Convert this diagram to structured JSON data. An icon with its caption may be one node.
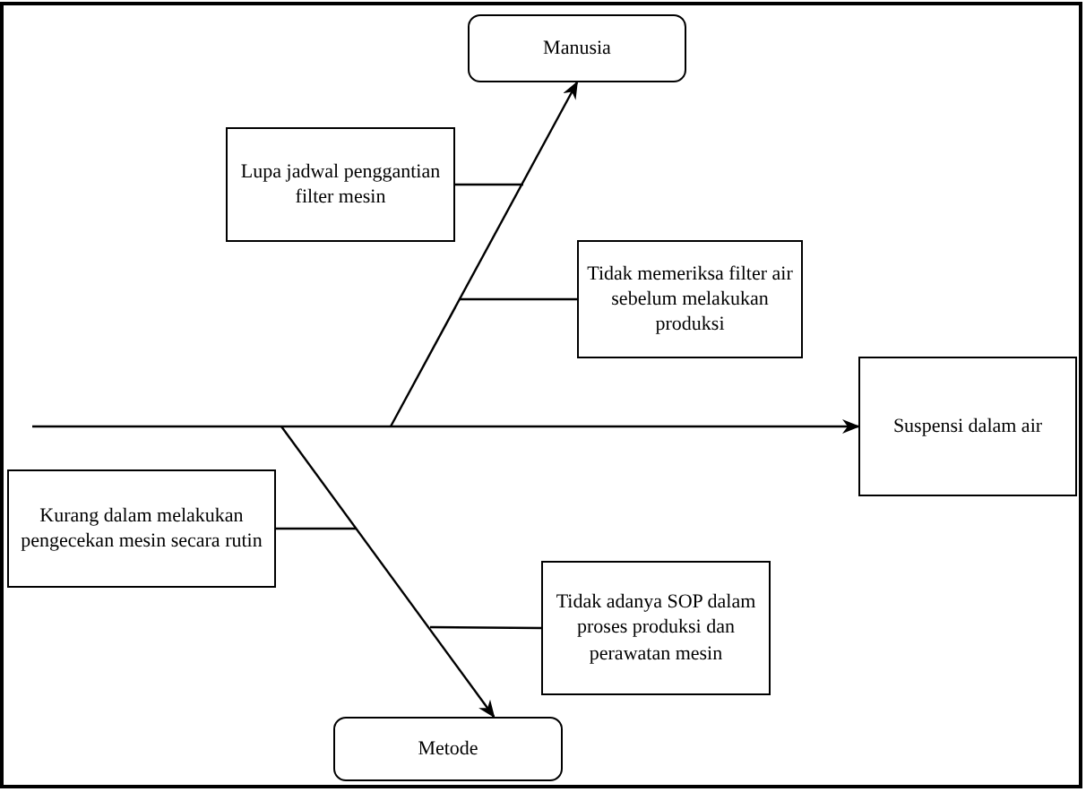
{
  "diagram": {
    "nodes": [
      {
        "text": [
          "Manusia"
        ]
      },
      {
        "text": [
          "Lupa jadwal penggantian filter mesin"
        ]
      },
      {
        "text": [
          "Tidak memeriksa filter air sebelum melakukan produksi"
        ]
      },
      {
        "text": [
          "Suspensi dalam air"
        ]
      },
      {
        "text": [
          "Kurang dalam melakukan pengecekan mesin secara rutin"
        ]
      },
      {
        "text": [
          "Tidak adanya SOP dalam proses produksi dan perawatan mesin"
        ]
      },
      {
        "text": [
          "Metode"
        ]
      }
    ],
    "edges": [
      {
        "from": null,
        "to": 3,
        "arrow": "to"
      },
      {
        "from": null,
        "to": 0,
        "arrow": "to"
      },
      {
        "from": null,
        "to": 6,
        "arrow": "to"
      },
      {
        "from": 1,
        "to": null,
        "arrow": "none"
      },
      {
        "from": 2,
        "to": null,
        "arrow": "none"
      },
      {
        "from": 4,
        "to": null,
        "arrow": "none"
      },
      {
        "from": 5,
        "to": null,
        "arrow": "none"
      }
    ]
  }
}
